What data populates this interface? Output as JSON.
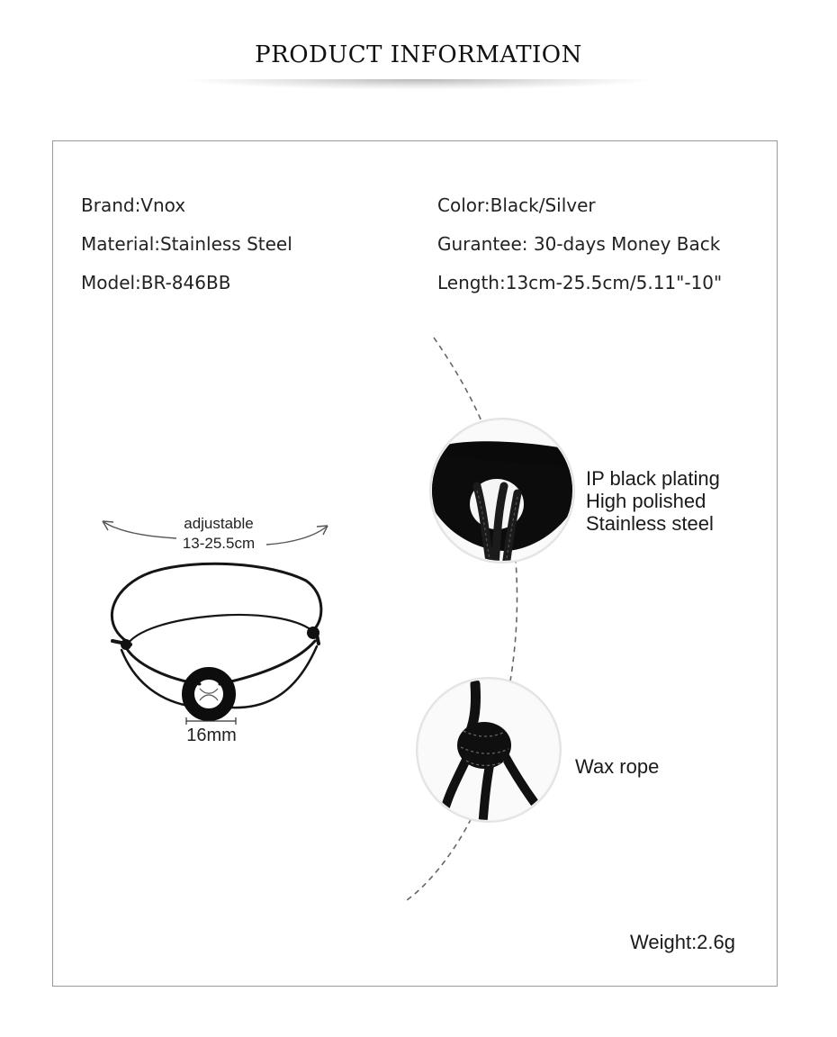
{
  "header": {
    "title": "PRODUCT INFORMATION"
  },
  "specs": {
    "brand": "Brand:Vnox",
    "material": "Material:Stainless Steel",
    "model": "Model:BR-846BB",
    "color": "Color:Black/Silver",
    "guarantee": "Gurantee: 30-days Money Back",
    "length": "Length:13cm-25.5cm/5.11\"-10\""
  },
  "bracelet": {
    "adjustable_label": "adjustable",
    "range_label": "13-25.5cm",
    "size_label": "16mm"
  },
  "callouts": {
    "plating_line1": "IP black plating",
    "plating_line2": "High polished",
    "plating_line3": "Stainless steel",
    "rope": "Wax rope",
    "weight": "Weight:2.6g"
  }
}
